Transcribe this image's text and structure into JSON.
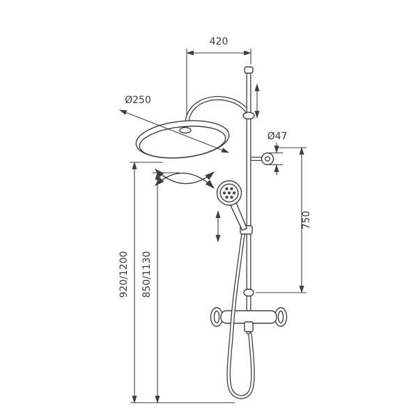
{
  "diagram": {
    "line_color": "#3e3e3e",
    "background_color": "#ffffff",
    "labels": {
      "arm_reach": "420",
      "head_diameter": "Ø250",
      "bracket_diameter": "Ø47",
      "rail_length": "750",
      "overall_height": "920/1200",
      "column_height": "850/1130"
    }
  }
}
